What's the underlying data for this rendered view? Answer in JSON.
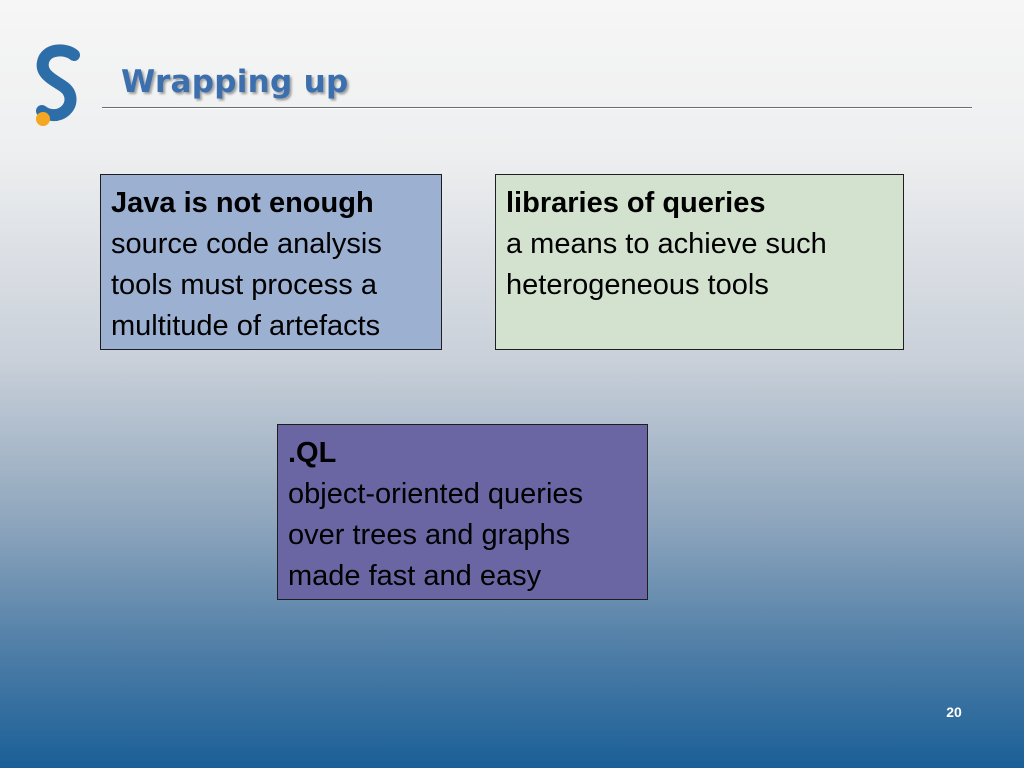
{
  "slide": {
    "title": "Wrapping up",
    "page_number": "20"
  },
  "logo": {
    "icon": "s-letter-logo-icon",
    "colors": {
      "letter": "#2e6ea8",
      "dot": "#f5a623"
    }
  },
  "boxes": {
    "java": {
      "heading": "Java is not enough",
      "lines": [
        "source code analysis",
        "tools must process a",
        "multitude of artefacts"
      ],
      "color": "#9cb0d2"
    },
    "libraries": {
      "heading": "libraries of queries",
      "lines": [
        "a means to achieve such",
        "heterogeneous tools"
      ],
      "color": "#d3e1cf"
    },
    "ql": {
      "heading": ".QL",
      "lines": [
        "object-oriented queries",
        "over trees and graphs",
        "made fast and easy"
      ],
      "color": "#6a66a3"
    }
  },
  "colors": {
    "title": "#3b6fae",
    "background_top": "#f6f6f6",
    "background_bottom": "#1a5f97"
  }
}
